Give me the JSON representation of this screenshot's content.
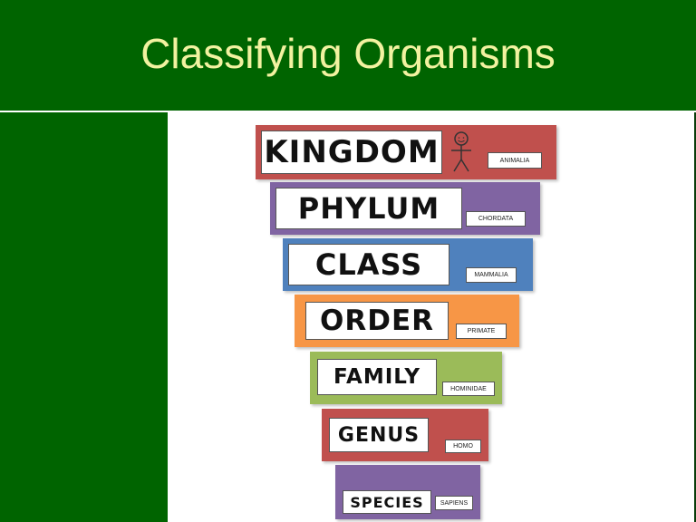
{
  "slide": {
    "title": "Classifying Organisms"
  },
  "levels": [
    {
      "name": "KINGDOM",
      "example": "ANIMALIA",
      "color": "#c0504d"
    },
    {
      "name": "PHYLUM",
      "example": "CHORDATA",
      "color": "#8064a2"
    },
    {
      "name": "CLASS",
      "example": "MAMMALIA",
      "color": "#4f81bd"
    },
    {
      "name": "ORDER",
      "example": "PRIMATE",
      "color": "#f79646"
    },
    {
      "name": "FAMILY",
      "example": "HOMINIDAE",
      "color": "#9bbb59"
    },
    {
      "name": "GENUS",
      "example": "HOMO",
      "color": "#c0504d"
    },
    {
      "name": "SPECIES",
      "example": "SAPIENS",
      "color": "#8064a2"
    }
  ],
  "colors": {
    "background_green": "#006400",
    "title_color": "#f2f2a0"
  },
  "icons": {
    "kingdom_figure": "stick-figure-icon"
  }
}
